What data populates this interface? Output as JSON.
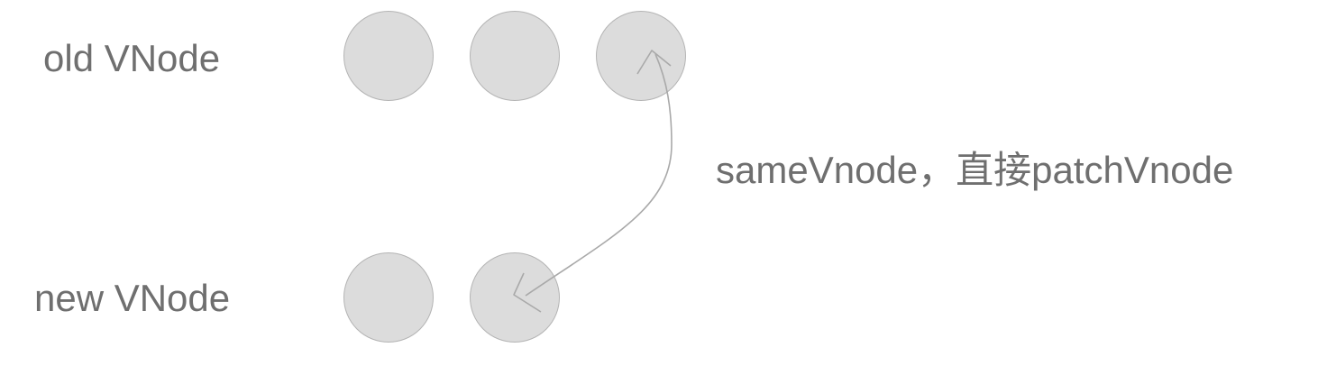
{
  "rows": {
    "old_label": "old VNode",
    "new_label": "new VNode"
  },
  "annotation": "sameVnode，直接patchVnode",
  "colors": {
    "text": "#6f6f6f",
    "node_fill": "#dcdcdc",
    "node_stroke": "#b4b4b4",
    "arrow": "#a9a9a9"
  }
}
